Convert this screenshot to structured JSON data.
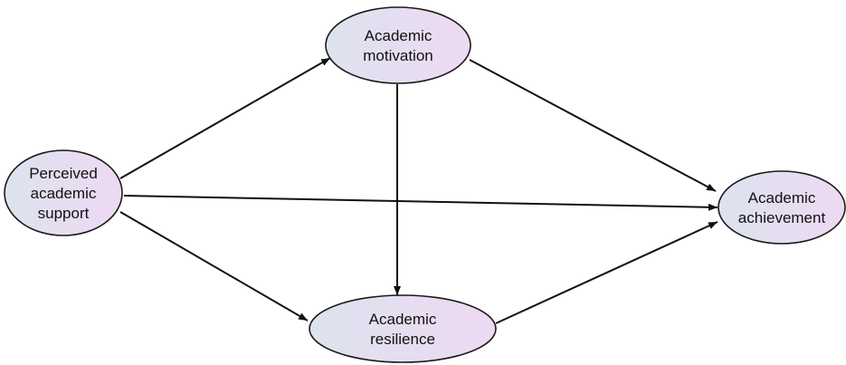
{
  "diagram": {
    "nodes": [
      {
        "id": "support",
        "lines": [
          "Perceived",
          "academic",
          "support"
        ]
      },
      {
        "id": "motivation",
        "lines": [
          "Academic",
          "motivation"
        ]
      },
      {
        "id": "resilience",
        "lines": [
          "Academic",
          "resilience"
        ]
      },
      {
        "id": "achievement",
        "lines": [
          "Academic",
          "achievement"
        ]
      }
    ],
    "edges": [
      {
        "from": "support",
        "to": "motivation"
      },
      {
        "from": "support",
        "to": "achievement"
      },
      {
        "from": "support",
        "to": "resilience"
      },
      {
        "from": "motivation",
        "to": "achievement"
      },
      {
        "from": "motivation",
        "to": "resilience"
      },
      {
        "from": "resilience",
        "to": "achievement"
      }
    ],
    "colors": {
      "node_fill_left": "#dde3ee",
      "node_fill_right": "#eed9f3",
      "stroke": "#111111"
    }
  }
}
